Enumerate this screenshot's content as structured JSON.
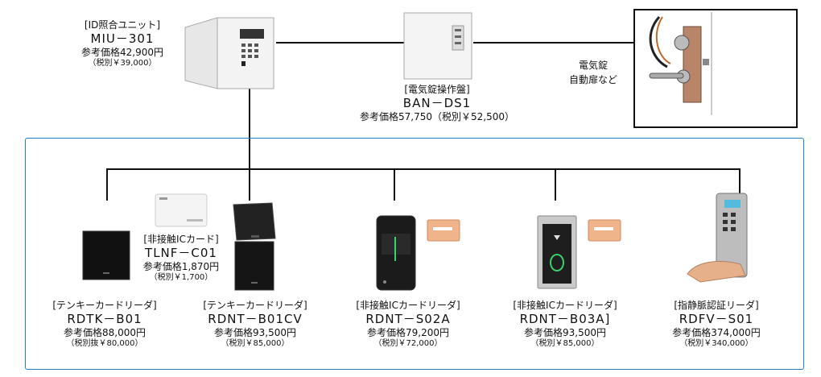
{
  "top": {
    "miu": {
      "bracket": "[ID照合ユニット]",
      "model": "MIU－301",
      "price": "参考価格42,900円",
      "tax": "（税別￥39,000）"
    },
    "ban": {
      "bracket": "[電気錠操作盤]",
      "model": "BAN－DS1",
      "price": "参考価格57,750（税別￥52,500）"
    },
    "lock_note": {
      "line1": "電気錠",
      "line2": "自動扉など"
    }
  },
  "card": {
    "bracket": "[非接触ICカード]",
    "model": "TLNF－C01",
    "price": "参考価格1,870円",
    "tax": "（税別￥1,700）"
  },
  "readers": [
    {
      "bracket": "[テンキーカードリーダ]",
      "model": "RDTK－B01",
      "price": "参考価格88,000円",
      "tax": "（税別抜￥80,000）"
    },
    {
      "bracket": "[テンキーカードリーダ]",
      "model": "RDNT－B01CV",
      "price": "参考価格93,500円",
      "tax": "（税別￥85,000）"
    },
    {
      "bracket": "[非接触ICカードリーダ]",
      "model": "RDNT－S02A",
      "price": "参考価格79,200円",
      "tax": "（税別￥72,000）"
    },
    {
      "bracket": "[非接触ICカードリーダ]",
      "model": "RDNT－B03A]",
      "price": "参考価格93,500円",
      "tax": "（税別￥85,000）"
    },
    {
      "bracket": "[指静脈認証リーダ]",
      "model": "RDFV－S01",
      "price": "参考価格374,000円",
      "tax": "（税別￥340,000）"
    }
  ],
  "colors": {
    "frame": "#1e7fd0",
    "line": "#111111",
    "card_orange": "#f0b48a",
    "led_green": "#3ad36b"
  }
}
